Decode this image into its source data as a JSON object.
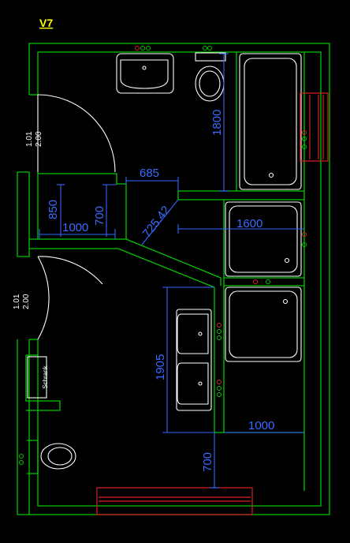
{
  "title": "V7",
  "doors": {
    "upper": [
      "1.01",
      "2.00"
    ],
    "lower": [
      "1.01",
      "2.00"
    ]
  },
  "cabinet_label": "Schrank",
  "dimensions": {
    "d1800": "1800",
    "d685": "685",
    "d850": "850",
    "d700_upper": "700",
    "d1000_upper": "1000",
    "d725": "725.42",
    "d1600": "1600",
    "d1905": "1905",
    "d1000_lower": "1000",
    "d700_lower": "700"
  },
  "colors": {
    "walls": "#00c800",
    "fixtures": "#ffffff",
    "dimensions": "#3366ff",
    "title": "#ffff00",
    "radiator": "#e02020"
  }
}
